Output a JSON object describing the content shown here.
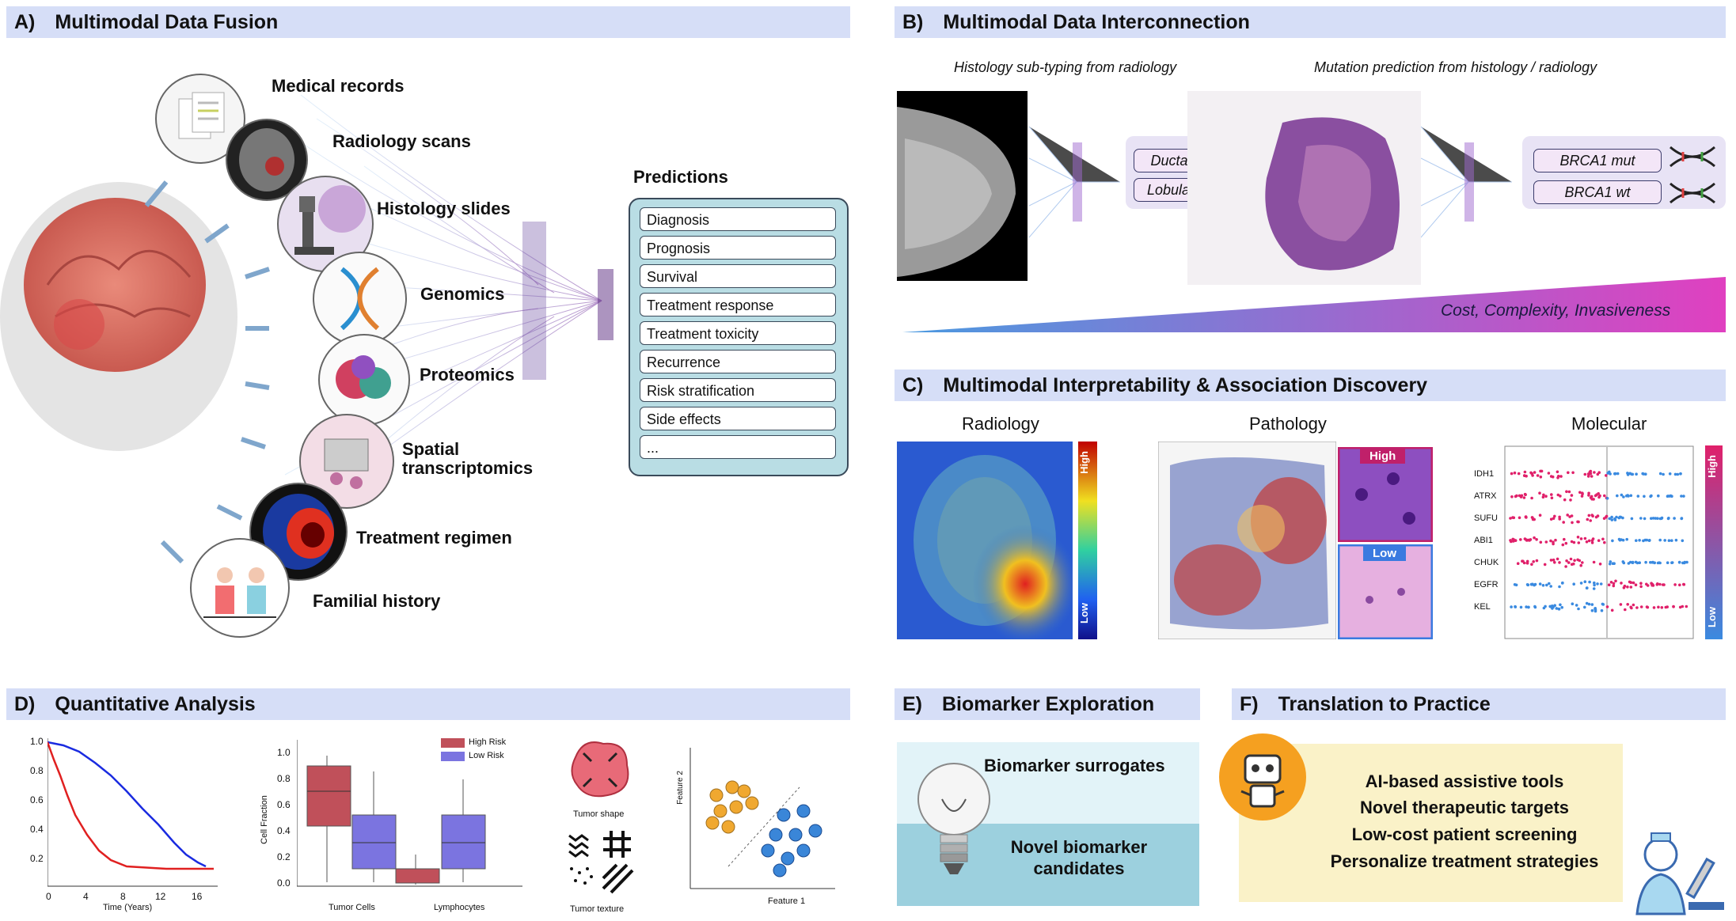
{
  "panelA": {
    "title": "A) Multimodal Data Fusion",
    "sources": [
      "Medical records",
      "Radiology scans",
      "Histology slides",
      "Genomics",
      "Proteomics",
      "Spatial transcriptomics",
      "Treatment regimen",
      "Familial history"
    ],
    "predictions_title": "Predictions",
    "predictions": [
      "Diagnosis",
      "Prognosis",
      "Survival",
      "Treatment response",
      "Treatment toxicity",
      "Recurrence",
      "Risk stratification",
      "Side effects",
      "..."
    ]
  },
  "panelB": {
    "title": "B) Multimodal Data Interconnection",
    "caption_left": "Histology sub-typing from radiology",
    "caption_right": "Mutation prediction from histology / radiology",
    "subtypes": [
      "Ductal carcinoma",
      "Lobular carcinoma"
    ],
    "mutations": [
      "BRCA1 mut",
      "BRCA1 wt"
    ],
    "ramp_label": "Cost, Complexity, Invasiveness"
  },
  "panelC": {
    "title": "C) Multimodal Interpretability & Association Discovery",
    "radiology_label": "Radiology",
    "pathology_label": "Pathology",
    "molecular_label": "Molecular",
    "scale_high": "High",
    "scale_low": "Low",
    "genes": [
      "IDH1",
      "ATRX",
      "SUFU",
      "ABI1",
      "CHUK",
      "EGFR",
      "KEL"
    ]
  },
  "panelD": {
    "title": "D) Quantitative Analysis",
    "km": {
      "xlabel": "Time (Years)",
      "xticks": [
        "0",
        "4",
        "8",
        "12",
        "16"
      ],
      "yticks": [
        "1.0",
        "0.8",
        "0.6",
        "0.4",
        "0.2"
      ]
    },
    "box": {
      "ylabel": "Cell Fraction",
      "yticks": [
        "1.0",
        "0.8",
        "0.6",
        "0.4",
        "0.2",
        "0.0"
      ],
      "categories": [
        "Tumor Cells",
        "Lymphocytes"
      ],
      "legend": [
        "High Risk",
        "Low Risk"
      ]
    },
    "shape_label": "Tumor shape",
    "texture_label": "Tumor texture",
    "scatter": {
      "xlabel": "Feature 1",
      "ylabel": "Feature 2"
    }
  },
  "panelE": {
    "title": "E) Biomarker Exploration",
    "items": [
      "Biomarker surrogates",
      "Novel biomarker candidates"
    ]
  },
  "panelF": {
    "title": "F) Translation to Practice",
    "items": [
      "AI-based assistive tools",
      "Novel therapeutic targets",
      "Low-cost patient screening",
      "Personalize treatment strategies"
    ]
  },
  "colors": {
    "header_bg": "#d6def7",
    "predictions_bg": "#b9dde4",
    "high_risk": "#c0505a",
    "low_risk": "#7b74e0",
    "km_high": "#e02020",
    "km_low": "#1a2be0",
    "scatter_orange": "#f0a830",
    "scatter_blue": "#3a86d8"
  }
}
